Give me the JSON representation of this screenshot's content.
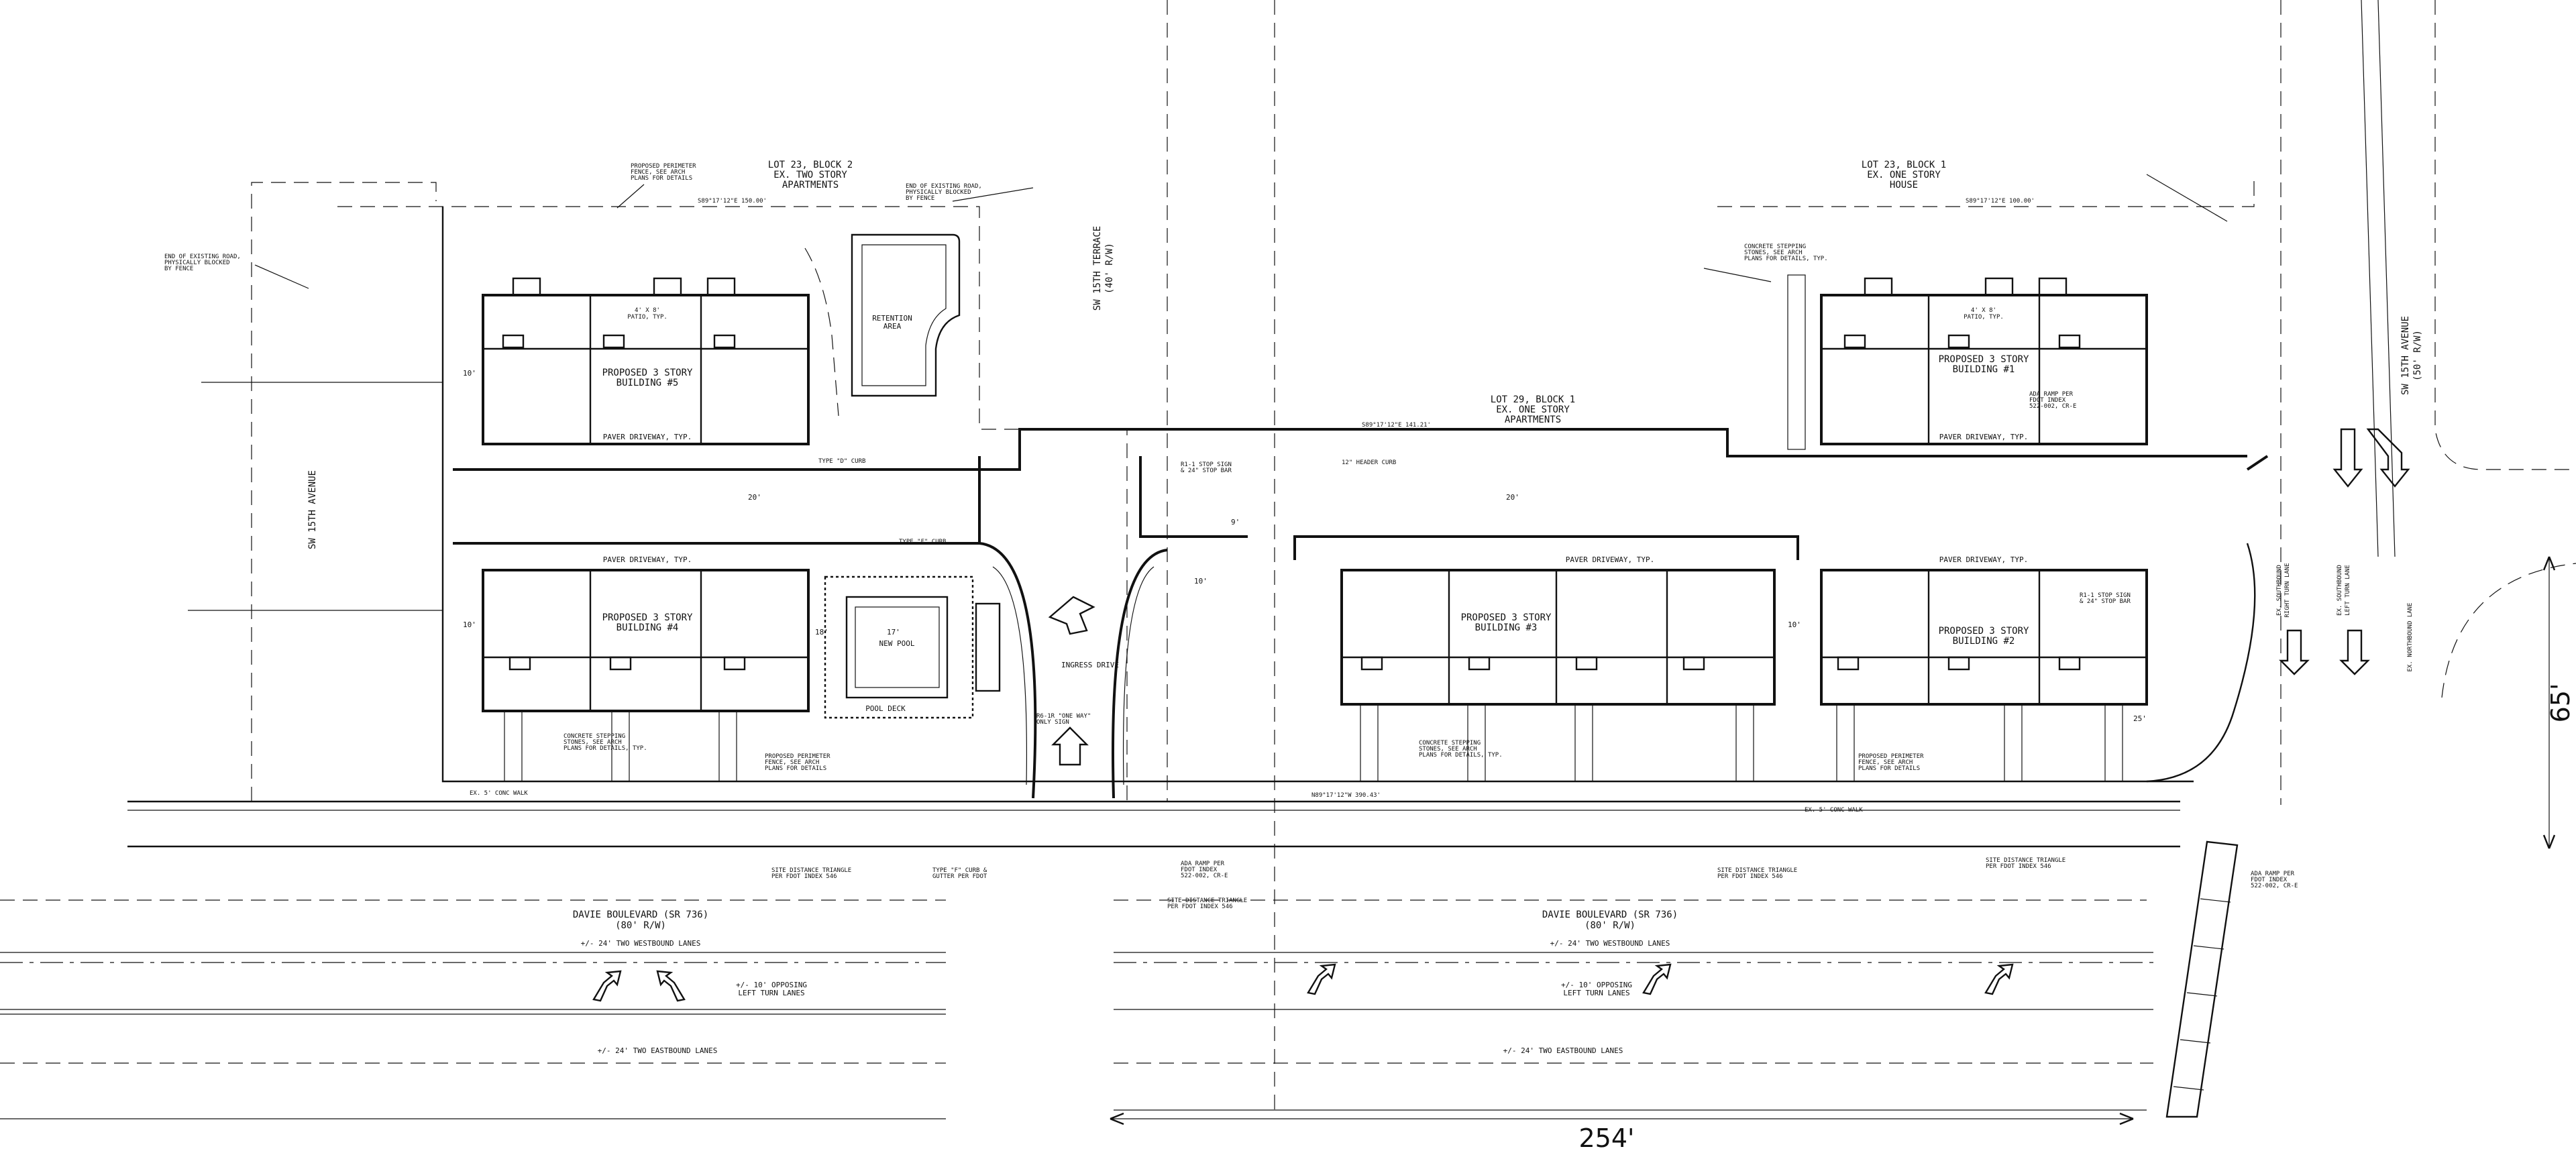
{
  "labels": {
    "lot23_b2": [
      "LOT 23, BLOCK 2",
      "EX. TWO STORY",
      "APARTMENTS"
    ],
    "lot23_b1": [
      "LOT 23, BLOCK 1",
      "EX. ONE STORY",
      "HOUSE"
    ],
    "lot29_b1": [
      "LOT 29, BLOCK 1",
      "EX. ONE STORY",
      "APARTMENTS"
    ],
    "building_5": [
      "PROPOSED 3 STORY",
      "BUILDING #5"
    ],
    "building_4": [
      "PROPOSED 3 STORY",
      "BUILDING #4"
    ],
    "building_3": [
      "PROPOSED 3 STORY",
      "BUILDING #3"
    ],
    "building_2": [
      "PROPOSED 3 STORY",
      "BUILDING #2"
    ],
    "building_1": [
      "PROPOSED 3 STORY",
      "BUILDING #1"
    ],
    "retention": [
      "RETENTION",
      "AREA"
    ],
    "new_pool": "NEW POOL",
    "pool_deck": "POOL DECK",
    "sw15_avenue_left": "SW 15TH AVENUE",
    "sw15_terrace": [
      "SW 15TH TERRACE",
      "(40' R/W)"
    ],
    "sw15_avenue_right": [
      "SW 15TH AVENUE",
      "(50' R/W)"
    ],
    "davie_left": [
      "DAVIE BOULEVARD (SR 736)",
      "(80' R/W)"
    ],
    "davie_right": [
      "DAVIE BOULEVARD (SR 736)",
      "(80' R/W)"
    ],
    "wb_lanes": "+/- 24' TWO WESTBOUND LANES",
    "eb_lanes": "+/- 24' TWO EASTBOUND LANES",
    "turn_lanes": [
      "+/- 10' OPPOSING",
      "LEFT TURN LANES"
    ],
    "pavers": "PAVER DRIVEWAY, TYP.",
    "patio": [
      "4' X 8'",
      "PATIO, TYP."
    ],
    "ingress": "INGRESS DRIVE",
    "concrete_stepping": [
      "CONCRETE STEPPING",
      "STONES, SEE ARCH",
      "PLANS FOR DETAILS, TYP."
    ],
    "perimeter_fence": [
      "PROPOSED PERIMETER",
      "FENCE, SEE ARCH",
      "PLANS FOR DETAILS"
    ],
    "end_existing": [
      "END OF EXISTING ROAD,",
      "PHYSICALLY BLOCKED",
      "BY FENCE"
    ],
    "bearing_north": "S89°17'12\"E 150.00'",
    "bearing_north_right": "S89°17'12\"E 100.00'",
    "bearing_mid": "S89°17'12\"E 141.21'",
    "bearing_south": "N89°17'12\"W 390.43'",
    "sidewalk": "EX. 5' CONC WALK",
    "curb_d": "TYPE \"D\" CURB",
    "curb_f": "TYPE \"F\" CURB",
    "header_curb": "12\" HEADER CURB",
    "stop_sign": [
      "R1-1 STOP SIGN",
      "& 24\" STOP BAR"
    ],
    "site_triangle": [
      "SITE DISTANCE TRIANGLE",
      "PER FDOT INDEX 546"
    ],
    "valley_gutter": [
      "TYPE \"F\" CURB &",
      "GUTTER PER FDOT"
    ],
    "ada_ramp": [
      "ADA RAMP PER",
      "FDOT INDEX",
      "522-002, CR-E"
    ],
    "left_turn_lane": [
      "EX. SOUTHBOUND",
      "LEFT TURN LANE"
    ],
    "right_turn_lane": [
      "EX. SOUTHBOUND",
      "RIGHT TURN LANE"
    ],
    "nb_lane": "EX. NORTHBOUND LANE",
    "one_way": [
      "R6-1R \"ONE WAY\"",
      "ONLY SIGN"
    ],
    "dim_65": "65'",
    "dim_254": "254'",
    "dim_10": "10'",
    "dim_20": "20'",
    "dim_25": "25'",
    "dim_9": "9'",
    "dim_18": "18'",
    "dim_17": "17'"
  }
}
